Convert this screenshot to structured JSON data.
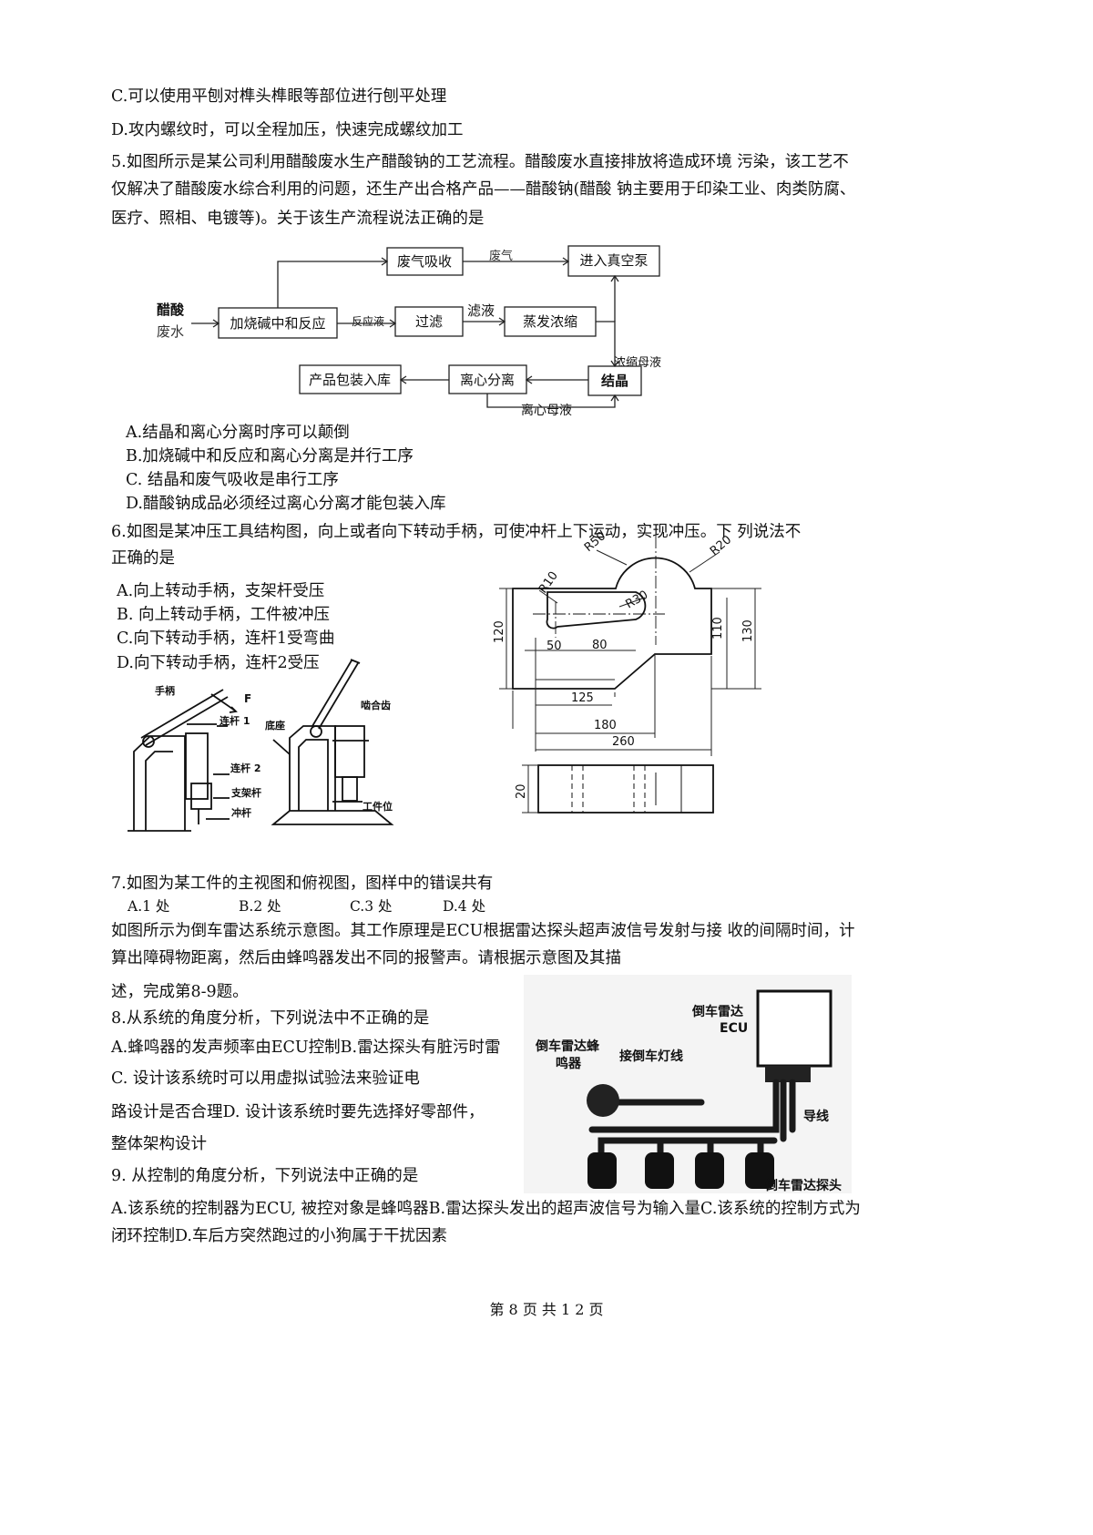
{
  "lines": {
    "q4_c": "C.可以使用平刨对榫头榫眼等部位进行刨平处理",
    "q4_d": "D.攻内螺纹时，可以全程加压，快速完成螺纹加工",
    "q5_l1": "5.如图所示是某公司利用醋酸废水生产醋酸钠的工艺流程。醋酸废水直接排放将造成环境 污染，该工艺不",
    "q5_l2": "仅解决了醋酸废水综合利用的问题，还生产出合格产品——醋酸钠(醋酸 钠主要用于印染工业、肉类防腐、",
    "q5_l3": "医疗、照相、电镀等)。关于该生产流程说法正确的是",
    "q5_a": "A.结晶和离心分离时序可以颠倒",
    "q5_b": "B.加烧碱中和反应和离心分离是并行工序",
    "q5_c": "C. 结晶和废气吸收是串行工序",
    "q5_d": "D.醋酸钠成品必须经过离心分离才能包装入库",
    "q6_l1": "6.如图是某冲压工具结构图，向上或者向下转动手柄，可使冲杆上下运动，实现冲压。下 列说法不",
    "q6_l2": "正确的是",
    "q6_a": "A.向上转动手柄，支架杆受压",
    "q6_b": "B. 向上转动手柄，工件被冲压",
    "q6_c": "C.向下转动手柄，连杆1受弯曲",
    "q6_d": "D.向下转动手柄，连杆2受压",
    "q7": "7.如图为某工件的主视图和俯视图，图样中的错误共有",
    "q7_a": "A.1 处",
    "q7_b": "B.2 处",
    "q7_c": "C.3 处",
    "q7_d": "D.4 处",
    "q89_l1": "如图所示为倒车雷达系统示意图。其工作原理是ECU根据雷达探头超声波信号发射与接 收的间隔时间，计",
    "q89_l2": "算出障碍物距离，然后由蜂鸣器发出不同的报警声。请根据示意图及其描",
    "q89_l3": "述，完成第8-9题。",
    "q8": "8.从系统的角度分析，下列说法中不正确的是",
    "q8_ab": "A.蜂鸣器的发声频率由ECU控制B.雷达探头有脏污时雷",
    "q8_c1": "C. 设计该系统时可以用虚拟试验法来验证电",
    "q8_c2": "路设计是否合理D. 设计该系统时要先选择好零部件，",
    "q8_c3": "整体架构设计",
    "q9": "9. 从控制的角度分析，下列说法中正确的是",
    "q9_l1": "A.该系统的控制器为ECU, 被控对象是蜂鸣器B.雷达探头发出的超声波信号为输入量C.该系统的控制方式为",
    "q9_l2": "闭环控制D.车后方突然跑过的小狗属于干扰因素"
  },
  "flow": {
    "input_top": "醋酸",
    "input_bottom": "废水",
    "neutralize": "加烧碱中和反应",
    "gas_absorb": "废气吸收",
    "gas_label": "废气",
    "vacuum": "进入真空泵",
    "slurry_label": "反应液",
    "filter": "过滤",
    "filtrate_label": "滤液",
    "evaporate": "蒸发浓缩",
    "mother_label": "浓缩母液",
    "crystal": "结晶",
    "centrifuge": "离心分离",
    "package": "产品包装入库",
    "cent_mother_label": "离心母液"
  },
  "press": {
    "handle": "手柄",
    "force": "F",
    "link1": "连杆 1",
    "link2": "连杆 2",
    "support": "支架杆",
    "punch": "冲杆",
    "base": "底座",
    "gear": "啮合齿",
    "work_pos": "工件位"
  },
  "drawing": {
    "r50": "R50",
    "r20": "R20",
    "r10": "R10",
    "r30": "R30",
    "d120": "120",
    "d110": "110",
    "d130": "130",
    "d50": "50",
    "d80": "80",
    "d125": "125",
    "d180": "180",
    "d260": "260",
    "d20": "20"
  },
  "radar": {
    "ecu": "倒车雷达\nECU",
    "buzzer": "倒车雷达蜂\n鸣器",
    "reverse_light": "接倒车灯线",
    "wire": "导线",
    "probe": "倒车雷达探头"
  },
  "footer": "第 8 页 共 1 2 页"
}
